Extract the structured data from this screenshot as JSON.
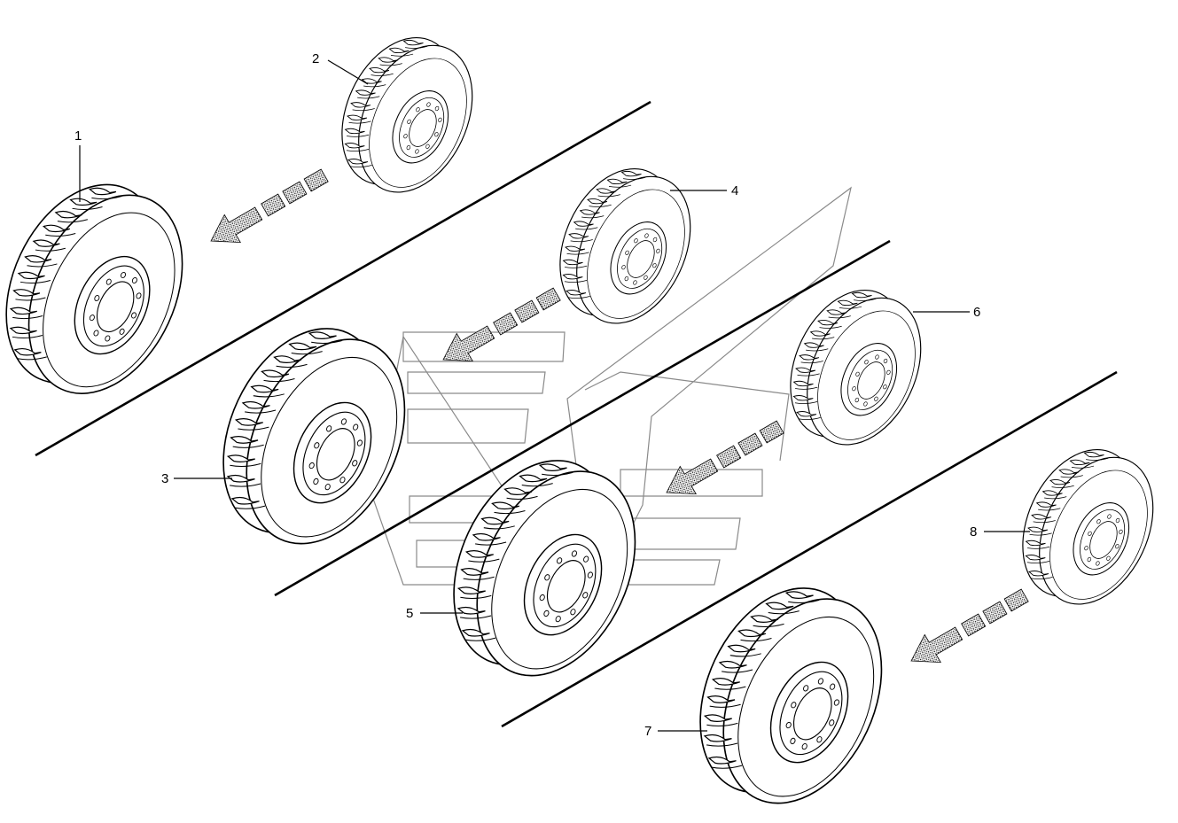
{
  "callouts": [
    {
      "id": "1",
      "label": "1"
    },
    {
      "id": "2",
      "label": "2"
    },
    {
      "id": "3",
      "label": "3"
    },
    {
      "id": "4",
      "label": "4"
    },
    {
      "id": "5",
      "label": "5"
    },
    {
      "id": "6",
      "label": "6"
    },
    {
      "id": "7",
      "label": "7"
    },
    {
      "id": "8",
      "label": "8"
    }
  ],
  "ink_color": "#000000",
  "watermark_color": "#8a8a8a",
  "background_color": "#ffffff"
}
